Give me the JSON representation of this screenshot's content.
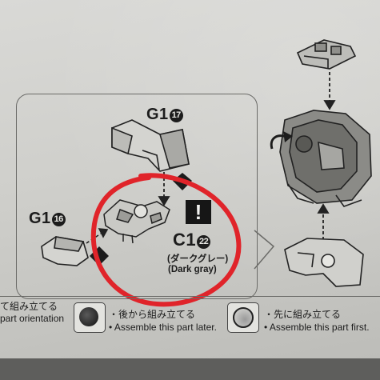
{
  "parts": {
    "top": {
      "code": "G1",
      "num": "17"
    },
    "left": {
      "code": "G1",
      "num": "16"
    },
    "center": {
      "code": "C1",
      "num": "22",
      "color_jp": "(ダークグレー)",
      "color_en": "(Dark gray)"
    }
  },
  "warning_symbol": "!",
  "legend": {
    "item1": {
      "jp": "て組み立てる",
      "en": "part orientation"
    },
    "item2": {
      "jp": "・後から組み立てる",
      "en": "• Assemble this part later."
    },
    "item3": {
      "jp": "・先に組み立てる",
      "en": "• Assemble this part first."
    }
  },
  "colors": {
    "annotation_circle": "#e0242a",
    "ink": "#1c1c1c",
    "paper": "#d6d6d2"
  }
}
